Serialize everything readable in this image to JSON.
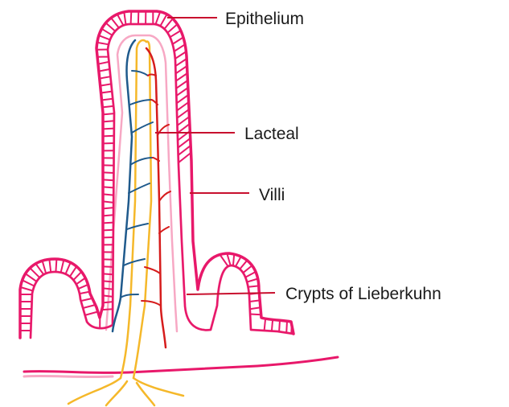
{
  "labels": {
    "epithelium": "Epithelium",
    "lacteal": "Lacteal",
    "villi": "Villi",
    "crypts": "Crypts of Lieberkuhn"
  },
  "colors": {
    "epithelium": "#e8186a",
    "inner_membrane": "#f7a8c4",
    "lacteal": "#f5b82a",
    "vein": "#1f5a8c",
    "artery": "#d61c1c",
    "leader_line": "#c8102e",
    "label_text": "#1a1a1a"
  }
}
